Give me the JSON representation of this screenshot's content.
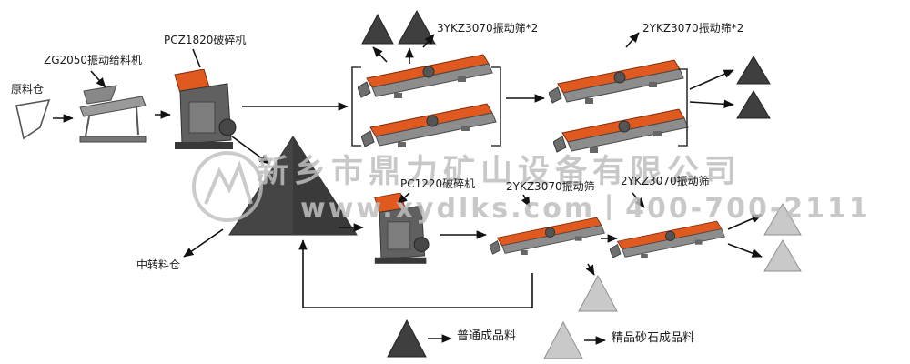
{
  "diagram": {
    "labels": {
      "raw_bin": "原料仓",
      "feeder": "ZG2050振动给料机",
      "primary_crusher": "PCZ1820破碎机",
      "screen_group_1": "3YKZ3070振动筛*2",
      "screen_group_2": "2YKZ3070振动筛*2",
      "secondary_crusher": "PC1220破碎机",
      "screen_3": "2YKZ3070振动筛",
      "screen_4": "2YKZ3070振动筛",
      "transfer_bin": "中转料仓",
      "legend_coarse": "普通成品料",
      "legend_fine": "精品砂石成品料"
    },
    "watermark": {
      "company": "新乡市鼎力矿山设备有限公司",
      "website_phone": "www.xydlks.com丨400-700-2111"
    },
    "colors": {
      "dark_pile": "#3f3f3f",
      "light_pile": "#c9c9c9",
      "machine_orange": "#e0591e",
      "machine_gray": "#8d8d8d",
      "arrow": "#111111",
      "watermark_gray": "#bfbfbf",
      "background": "#ffffff"
    }
  }
}
